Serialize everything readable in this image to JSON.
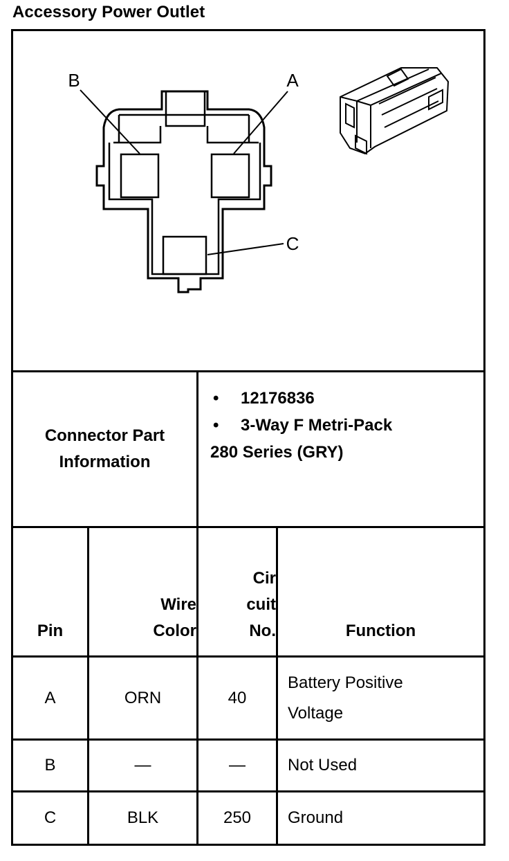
{
  "title": "Accessory Power Outlet",
  "diagram": {
    "label_a": "A",
    "label_b": "B",
    "label_c": "C"
  },
  "connector": {
    "label_line1": "Connector Part",
    "label_line2": "Information",
    "bullet_glyph": "•",
    "part_number": "12176836",
    "description": "3-Way F Metri-Pack",
    "series": "280 Series (GRY)"
  },
  "table": {
    "headers": {
      "pin": "Pin",
      "wire_color_1": "Wire",
      "wire_color_2": "Color",
      "circuit_1": "Cir",
      "circuit_2": "cuit",
      "circuit_3": "No.",
      "function": "Function"
    },
    "rows": [
      {
        "pin": "A",
        "wire": "ORN",
        "circuit": "40",
        "function_1": "Battery Positive",
        "function_2": "Voltage"
      },
      {
        "pin": "B",
        "wire": "—",
        "circuit": "—",
        "function_1": "Not Used"
      },
      {
        "pin": "C",
        "wire": "BLK",
        "circuit": "250",
        "function_1": "Ground"
      }
    ]
  }
}
